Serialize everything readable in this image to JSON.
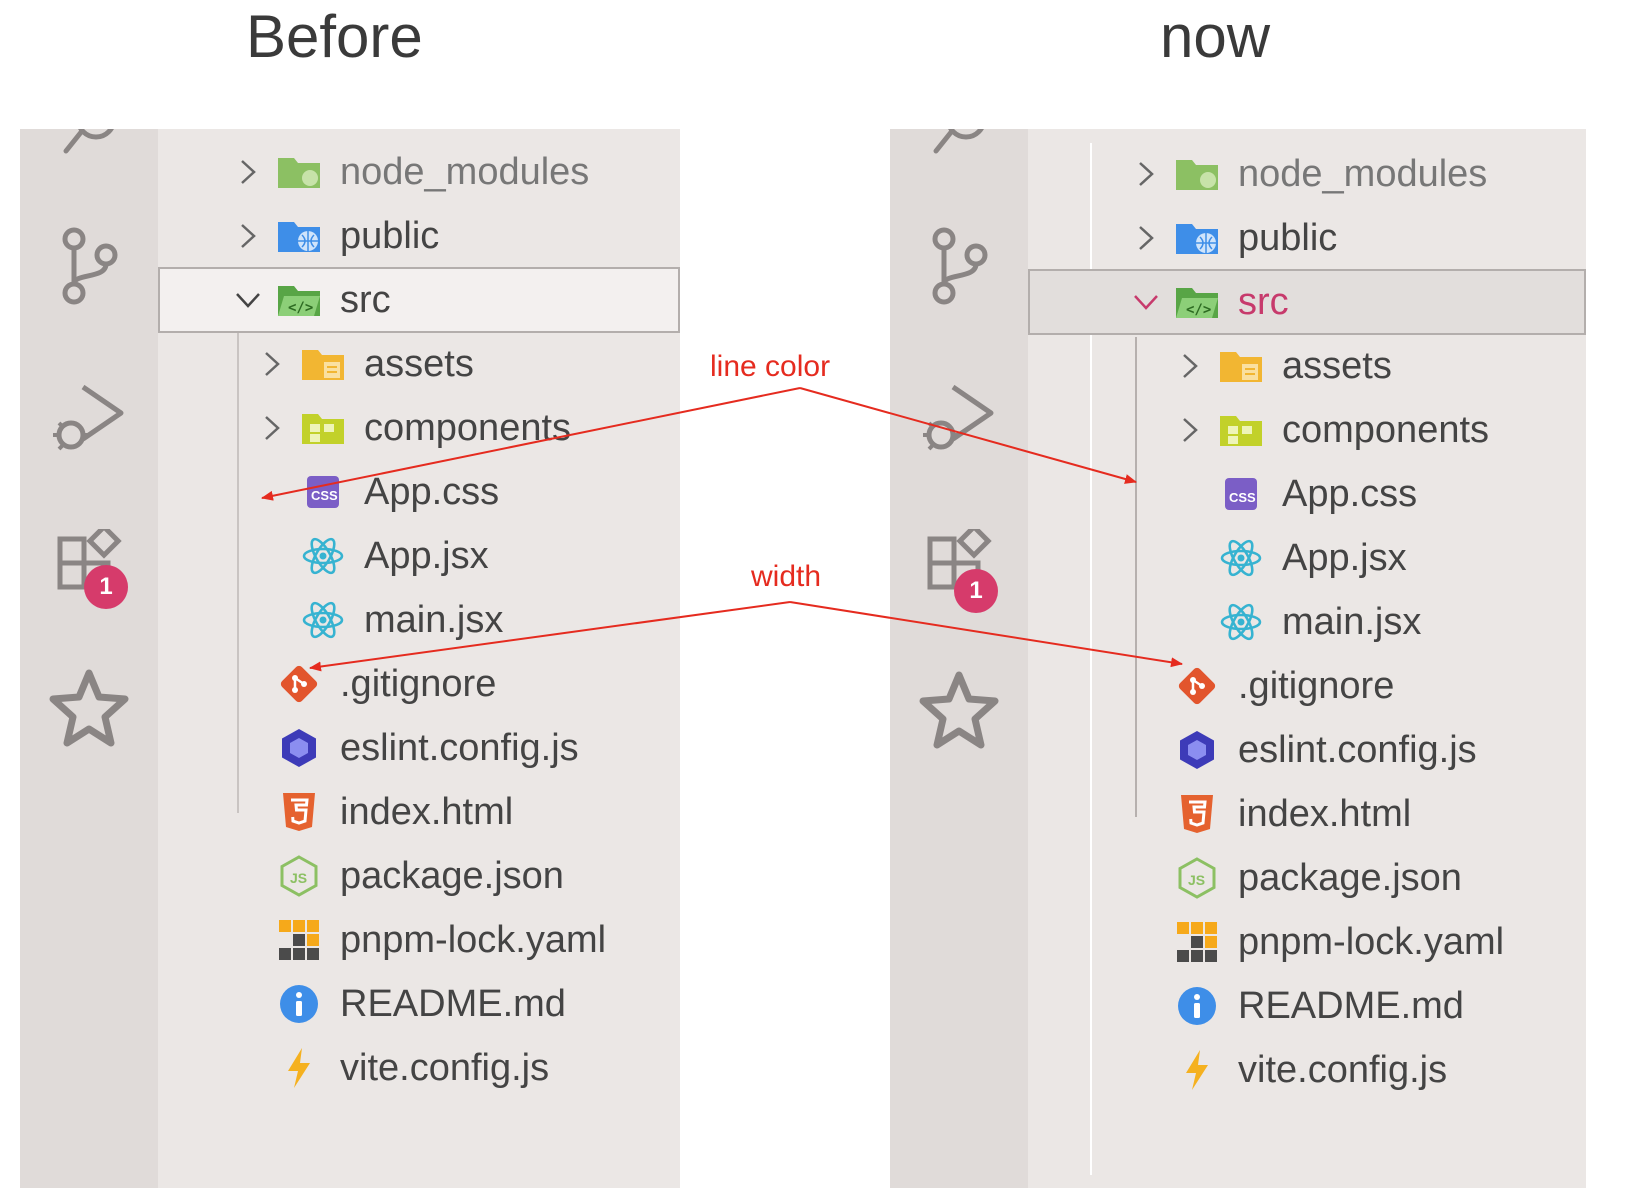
{
  "captions": {
    "before": "Before",
    "now": "now"
  },
  "annotations": {
    "line_color": "line color",
    "width": "width"
  },
  "activity_bar": {
    "badge_count": "1",
    "accent": "#d63b6b"
  },
  "tree": {
    "node_modules": "node_modules",
    "public": "public",
    "src": "src",
    "assets": "assets",
    "components": "components",
    "app_css": "App.css",
    "app_jsx": "App.jsx",
    "main_jsx": "main.jsx",
    "gitignore": ".gitignore",
    "eslint": "eslint.config.js",
    "index_html": "index.html",
    "package_json": "package.json",
    "pnpm_lock": "pnpm-lock.yaml",
    "readme": "README.md",
    "vite_config": "vite.config.js"
  },
  "colors": {
    "guide_before": "#c9c4c2",
    "guide_now": "#b6b0ae",
    "annotation": "#e52b1f",
    "src_label_now": "#c73a6c"
  }
}
